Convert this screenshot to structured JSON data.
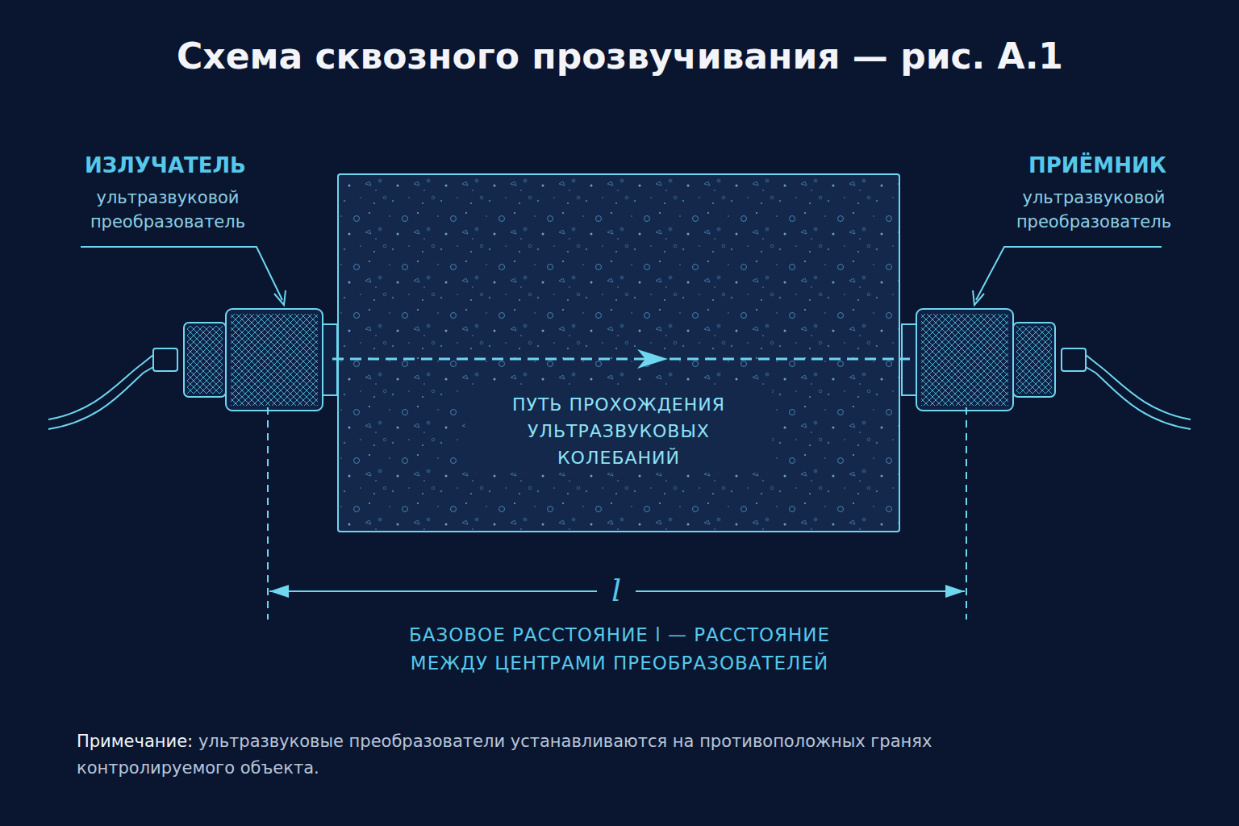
{
  "diagram": {
    "title": "Схема сквозного прозвучивания — рис. А.1",
    "nodes": [
      {
        "text": [
          "ПУТЬ ПРОХОЖДЕНИЯ УЛЬТРАЗВУКОВЫХ КОЛЕБАНИЙ"
        ]
      }
    ],
    "labels": [
      "ИЗЛУЧАТЕЛЬ",
      "ультразвуковой преобразователь",
      "ПРИЁМНИК",
      "ультразвуковой преобразователь",
      "l",
      "БАЗОВОЕ РАССТОЯНИЕ l — РАССТОЯНИЕ МЕЖДУ ЦЕНТРАМИ ПРЕОБРАЗОВАТЕЛЕЙ",
      "Примечание:",
      "ультразвуковые преобразователи устанавливаются на противоположных гранях контролируемого объекта."
    ]
  }
}
